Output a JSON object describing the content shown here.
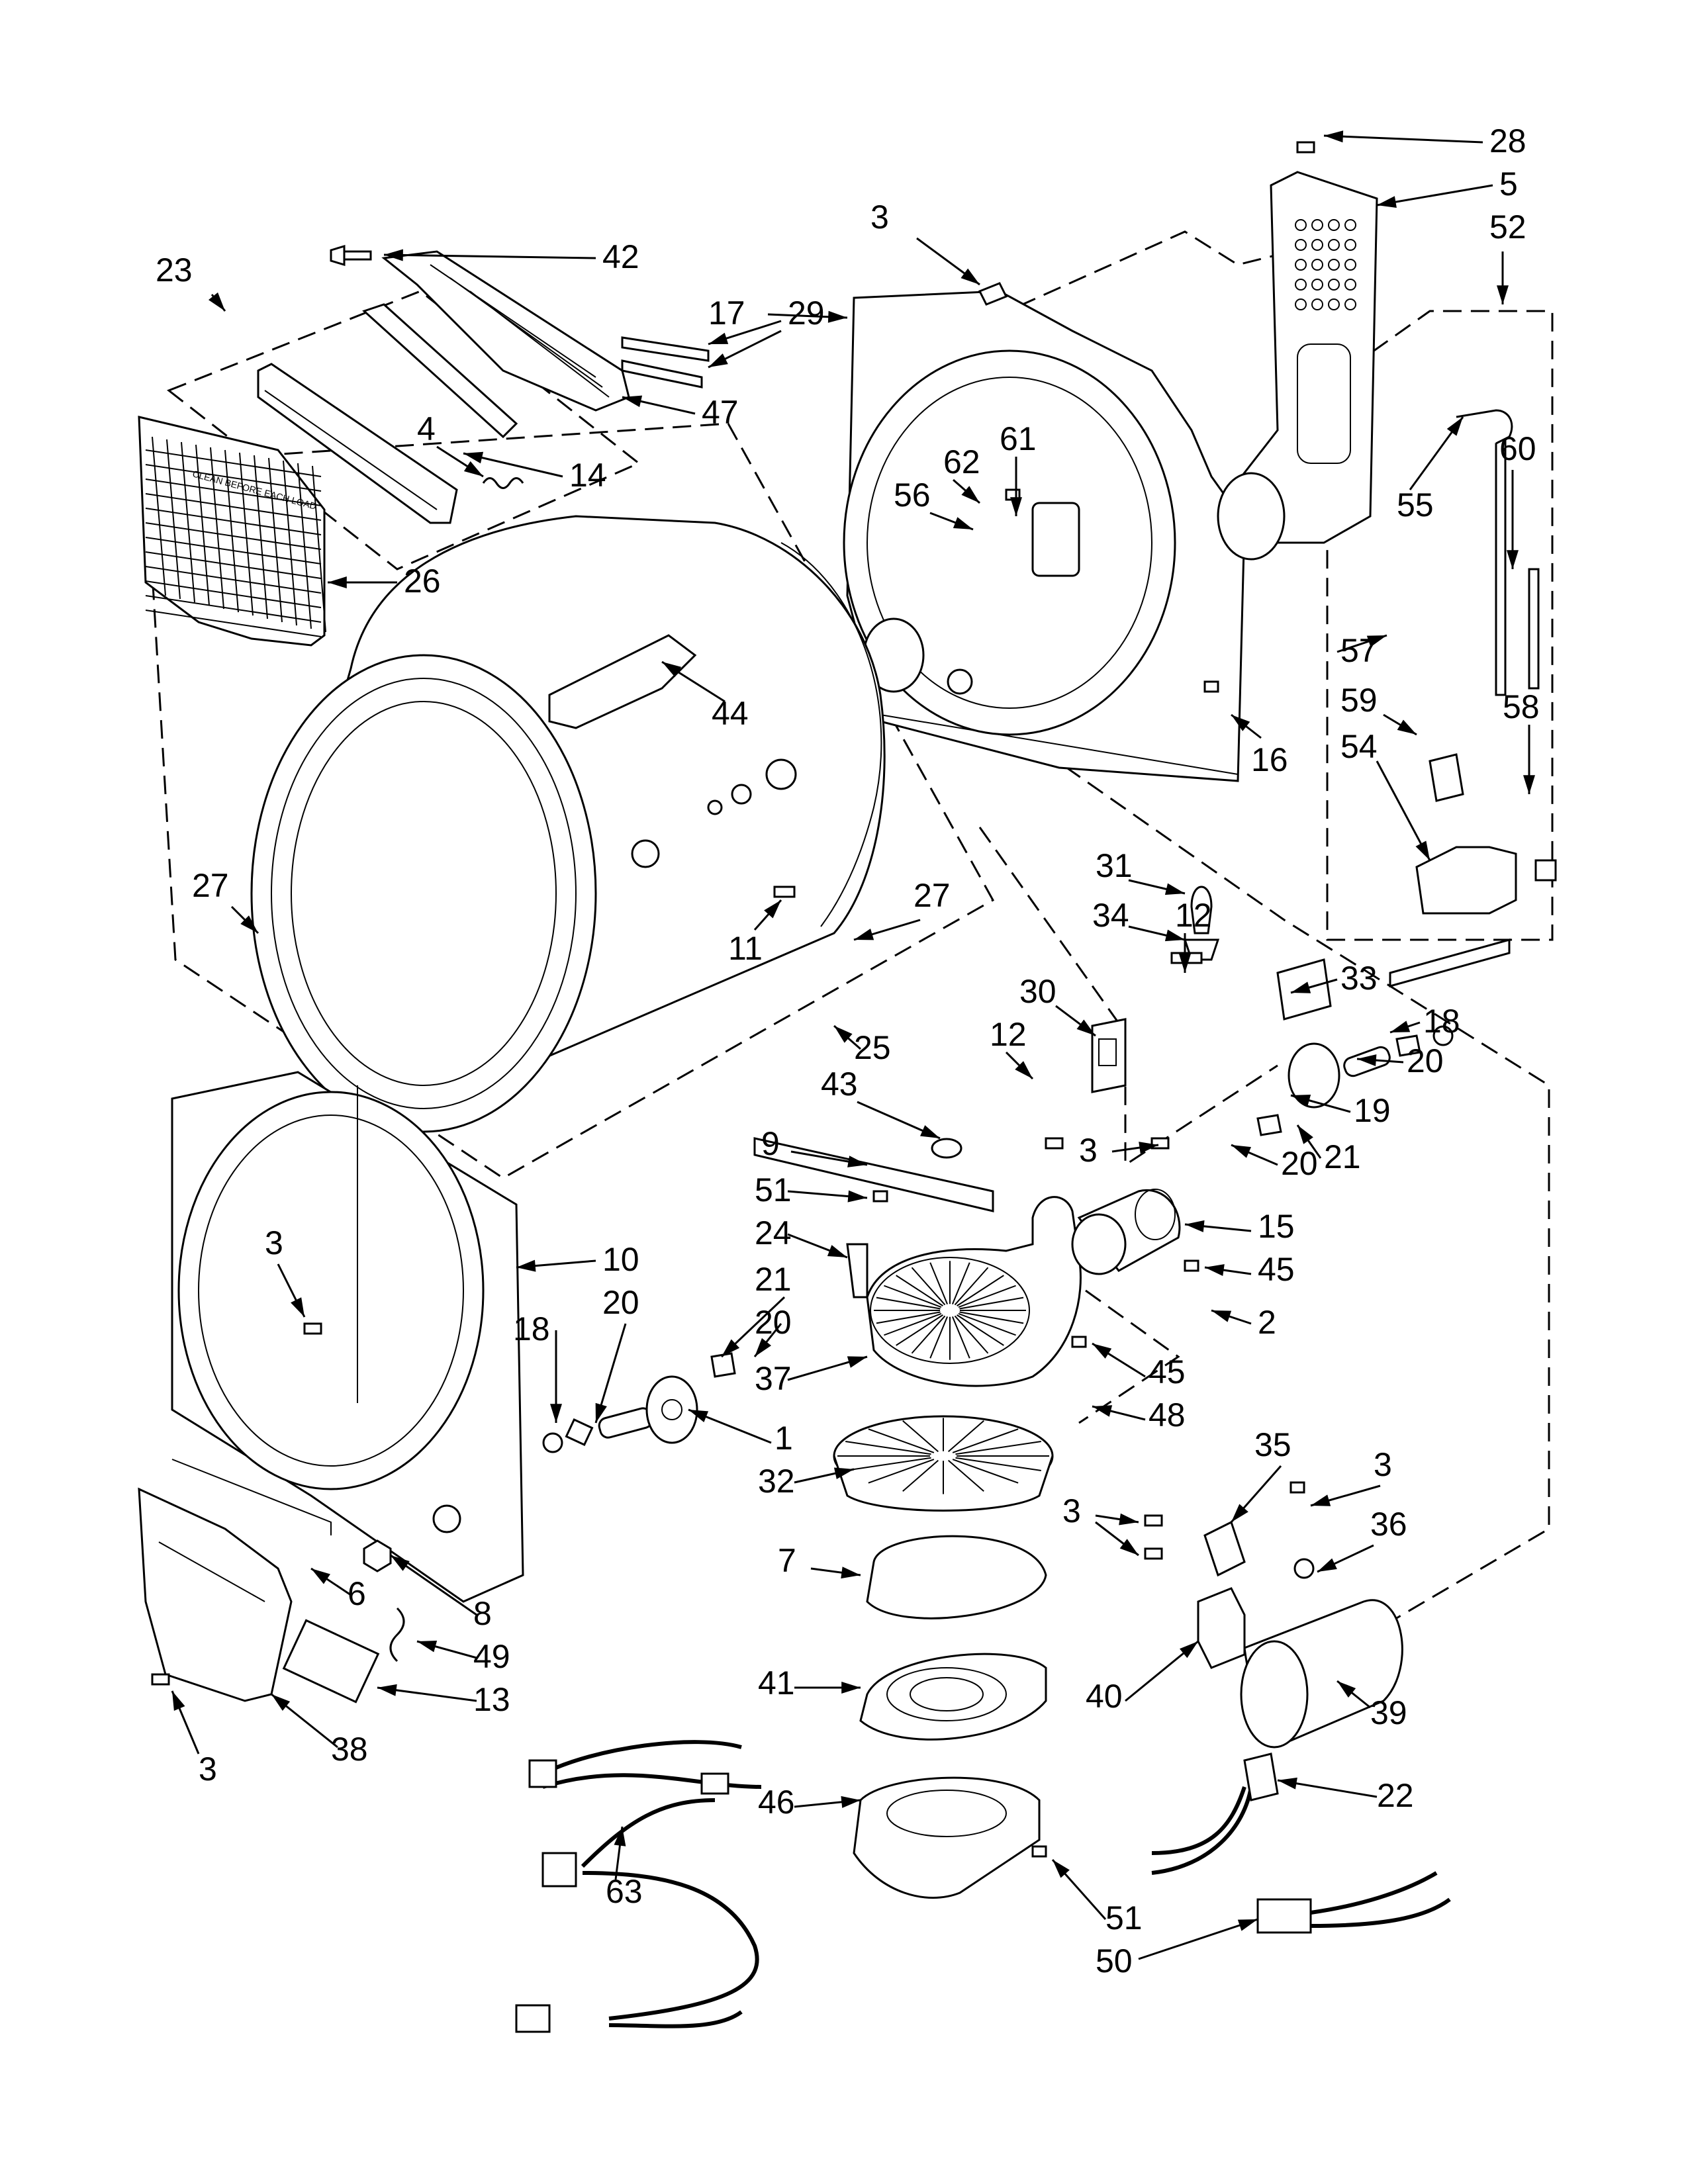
{
  "callouts": [
    {
      "id": "c28",
      "text": "28"
    },
    {
      "id": "c5",
      "text": "5"
    },
    {
      "id": "c52",
      "text": "52"
    },
    {
      "id": "c3a",
      "text": "3"
    },
    {
      "id": "c42",
      "text": "42"
    },
    {
      "id": "c23",
      "text": "23"
    },
    {
      "id": "c17",
      "text": "17"
    },
    {
      "id": "c29",
      "text": "29"
    },
    {
      "id": "c47",
      "text": "47"
    },
    {
      "id": "c4",
      "text": "4"
    },
    {
      "id": "c14",
      "text": "14"
    },
    {
      "id": "c62",
      "text": "62"
    },
    {
      "id": "c61",
      "text": "61"
    },
    {
      "id": "c60",
      "text": "60"
    },
    {
      "id": "c56",
      "text": "56"
    },
    {
      "id": "c55",
      "text": "55"
    },
    {
      "id": "c26",
      "text": "26"
    },
    {
      "id": "c57",
      "text": "57"
    },
    {
      "id": "c44",
      "text": "44"
    },
    {
      "id": "c59",
      "text": "59"
    },
    {
      "id": "c58",
      "text": "58"
    },
    {
      "id": "c16",
      "text": "16"
    },
    {
      "id": "c54",
      "text": "54"
    },
    {
      "id": "c27a",
      "text": "27"
    },
    {
      "id": "c27b",
      "text": "27"
    },
    {
      "id": "c11",
      "text": "11"
    },
    {
      "id": "c31",
      "text": "31"
    },
    {
      "id": "c34",
      "text": "34"
    },
    {
      "id": "c12a",
      "text": "12"
    },
    {
      "id": "c33",
      "text": "33"
    },
    {
      "id": "c30",
      "text": "30"
    },
    {
      "id": "c25",
      "text": "25"
    },
    {
      "id": "c18a",
      "text": "18"
    },
    {
      "id": "c12b",
      "text": "12"
    },
    {
      "id": "c20a",
      "text": "20"
    },
    {
      "id": "c19",
      "text": "19"
    },
    {
      "id": "c43",
      "text": "43"
    },
    {
      "id": "c21a",
      "text": "21"
    },
    {
      "id": "c9",
      "text": "9"
    },
    {
      "id": "c3b",
      "text": "3"
    },
    {
      "id": "c20b",
      "text": "20"
    },
    {
      "id": "c51a",
      "text": "51"
    },
    {
      "id": "c15",
      "text": "15"
    },
    {
      "id": "c24",
      "text": "24"
    },
    {
      "id": "c45a",
      "text": "45"
    },
    {
      "id": "c10",
      "text": "10"
    },
    {
      "id": "c21b",
      "text": "21"
    },
    {
      "id": "c2",
      "text": "2"
    },
    {
      "id": "c3c",
      "text": "3"
    },
    {
      "id": "c18b",
      "text": "18"
    },
    {
      "id": "c20c",
      "text": "20"
    },
    {
      "id": "c20d",
      "text": "20"
    },
    {
      "id": "c37",
      "text": "37"
    },
    {
      "id": "c45b",
      "text": "45"
    },
    {
      "id": "c48",
      "text": "48"
    },
    {
      "id": "c1",
      "text": "1"
    },
    {
      "id": "c32",
      "text": "32"
    },
    {
      "id": "c35",
      "text": "35"
    },
    {
      "id": "c3d",
      "text": "3"
    },
    {
      "id": "c3e",
      "text": "3"
    },
    {
      "id": "c36",
      "text": "36"
    },
    {
      "id": "c7",
      "text": "7"
    },
    {
      "id": "c6",
      "text": "6"
    },
    {
      "id": "c8",
      "text": "8"
    },
    {
      "id": "c49",
      "text": "49"
    },
    {
      "id": "c13",
      "text": "13"
    },
    {
      "id": "c41",
      "text": "41"
    },
    {
      "id": "c40",
      "text": "40"
    },
    {
      "id": "c39",
      "text": "39"
    },
    {
      "id": "c3f",
      "text": "3"
    },
    {
      "id": "c38",
      "text": "38"
    },
    {
      "id": "c22",
      "text": "22"
    },
    {
      "id": "c46",
      "text": "46"
    },
    {
      "id": "c63",
      "text": "63"
    },
    {
      "id": "c51b",
      "text": "51"
    },
    {
      "id": "c50",
      "text": "50"
    }
  ],
  "filter_label": "CLEAN BEFORE EACH LOAD"
}
